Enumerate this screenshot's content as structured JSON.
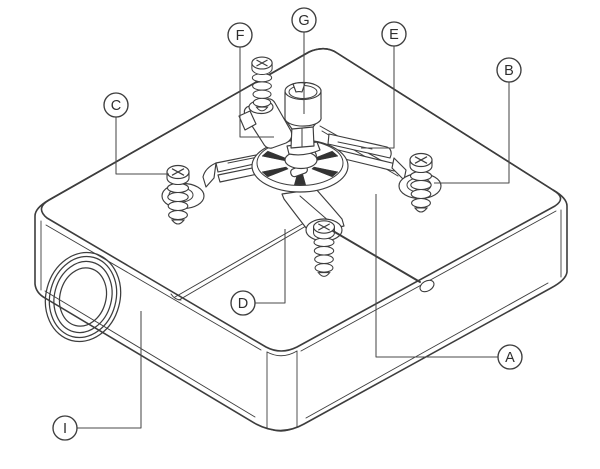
{
  "figure": {
    "background_color": "#ffffff",
    "line_color": "#3d3d3d",
    "callouts": [
      {
        "letter": "A"
      },
      {
        "letter": "B"
      },
      {
        "letter": "C"
      },
      {
        "letter": "D"
      },
      {
        "letter": "E"
      },
      {
        "letter": "F"
      },
      {
        "letter": "G"
      },
      {
        "letter": "I"
      }
    ]
  }
}
